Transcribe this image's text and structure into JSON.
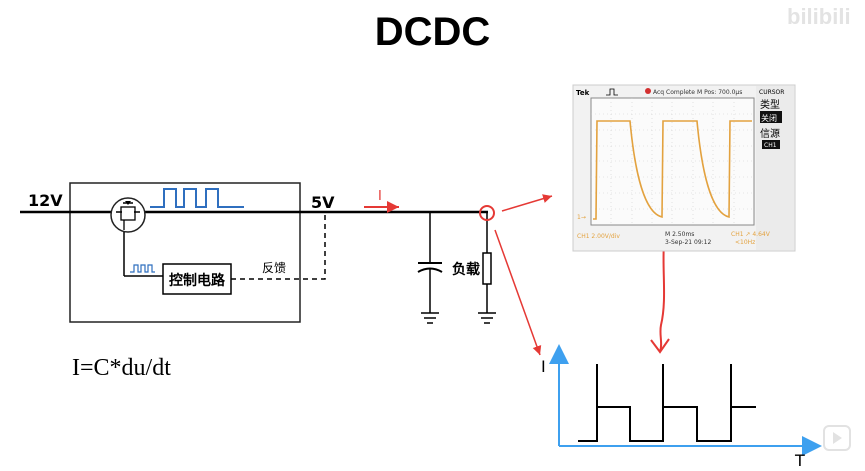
{
  "title": "DCDC",
  "formula": "I=C*du/dt",
  "watermark": {
    "user": "",
    "logo": "bilibili"
  },
  "circuit": {
    "vin": "12V",
    "vout": "5V",
    "current_arrow": "I",
    "controller": "控制电路",
    "feedback": "反馈",
    "load": "负载"
  },
  "scope": {
    "brand": "Tek",
    "status": "Acq Complete",
    "mpos": "M Pos: 700.0μs",
    "cursor": "CURSOR",
    "menu_type": "类型",
    "menu_off": "关闭",
    "menu_source": "信源",
    "menu_ch": "CH1",
    "ch1_scale": "CH1  2.00V/div",
    "time_scale": "M 2.50ms",
    "date": "3-Sep-21 09:12",
    "trigger": "CH1 ↗ 4.64V",
    "freq": "<10Hz",
    "marker": "1→"
  },
  "graph": {
    "ylabel": "I",
    "xlabel": "T"
  },
  "colors": {
    "accent_red": "#e53935",
    "pwm_blue": "#2f6fbf",
    "scope_trace": "#e3a23f",
    "axis_blue": "#3ea0ef"
  }
}
